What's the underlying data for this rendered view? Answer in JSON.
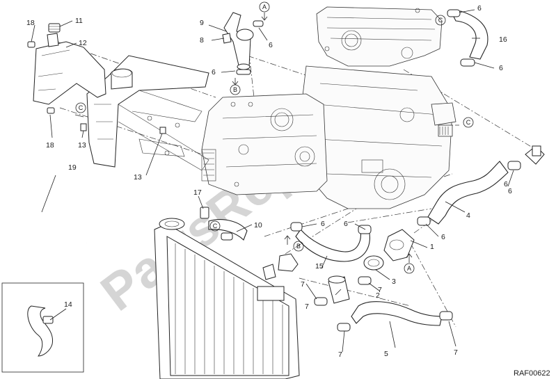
{
  "diagram": {
    "code": "RAF00622",
    "watermark": "PartsRepublik",
    "callouts": [
      {
        "id": "c1",
        "text": "1"
      },
      {
        "id": "c2",
        "text": "2"
      },
      {
        "id": "c3",
        "text": "3"
      },
      {
        "id": "c4",
        "text": "4"
      },
      {
        "id": "c5",
        "text": "5"
      },
      {
        "id": "c6a",
        "text": "6"
      },
      {
        "id": "c6b",
        "text": "6"
      },
      {
        "id": "c6c",
        "text": "6"
      },
      {
        "id": "c6d",
        "text": "6"
      },
      {
        "id": "c6e",
        "text": "6"
      },
      {
        "id": "c6f",
        "text": "6"
      },
      {
        "id": "c6g",
        "text": "6"
      },
      {
        "id": "c6h",
        "text": "6"
      },
      {
        "id": "c6i",
        "text": "6"
      },
      {
        "id": "c7a",
        "text": "7"
      },
      {
        "id": "c7b",
        "text": "7"
      },
      {
        "id": "c7c",
        "text": "7"
      },
      {
        "id": "c7d",
        "text": "7"
      },
      {
        "id": "c7e",
        "text": "7"
      },
      {
        "id": "c8",
        "text": "8"
      },
      {
        "id": "c9",
        "text": "9"
      },
      {
        "id": "c10",
        "text": "10"
      },
      {
        "id": "c11",
        "text": "11"
      },
      {
        "id": "c12",
        "text": "12"
      },
      {
        "id": "c13a",
        "text": "13"
      },
      {
        "id": "c13b",
        "text": "13"
      },
      {
        "id": "c14",
        "text": "14"
      },
      {
        "id": "c15",
        "text": "15"
      },
      {
        "id": "c16",
        "text": "16"
      },
      {
        "id": "c17",
        "text": "17"
      },
      {
        "id": "c18a",
        "text": "18"
      },
      {
        "id": "c18b",
        "text": "18"
      },
      {
        "id": "c19",
        "text": "19"
      }
    ],
    "refs": [
      {
        "id": "rA1",
        "text": "A"
      },
      {
        "id": "rA2",
        "text": "A"
      },
      {
        "id": "rB1",
        "text": "B"
      },
      {
        "id": "rB2",
        "text": "B"
      },
      {
        "id": "rC1",
        "text": "C"
      },
      {
        "id": "rC2",
        "text": "C"
      },
      {
        "id": "rC3",
        "text": "C"
      },
      {
        "id": "rC4",
        "text": "C"
      }
    ]
  }
}
